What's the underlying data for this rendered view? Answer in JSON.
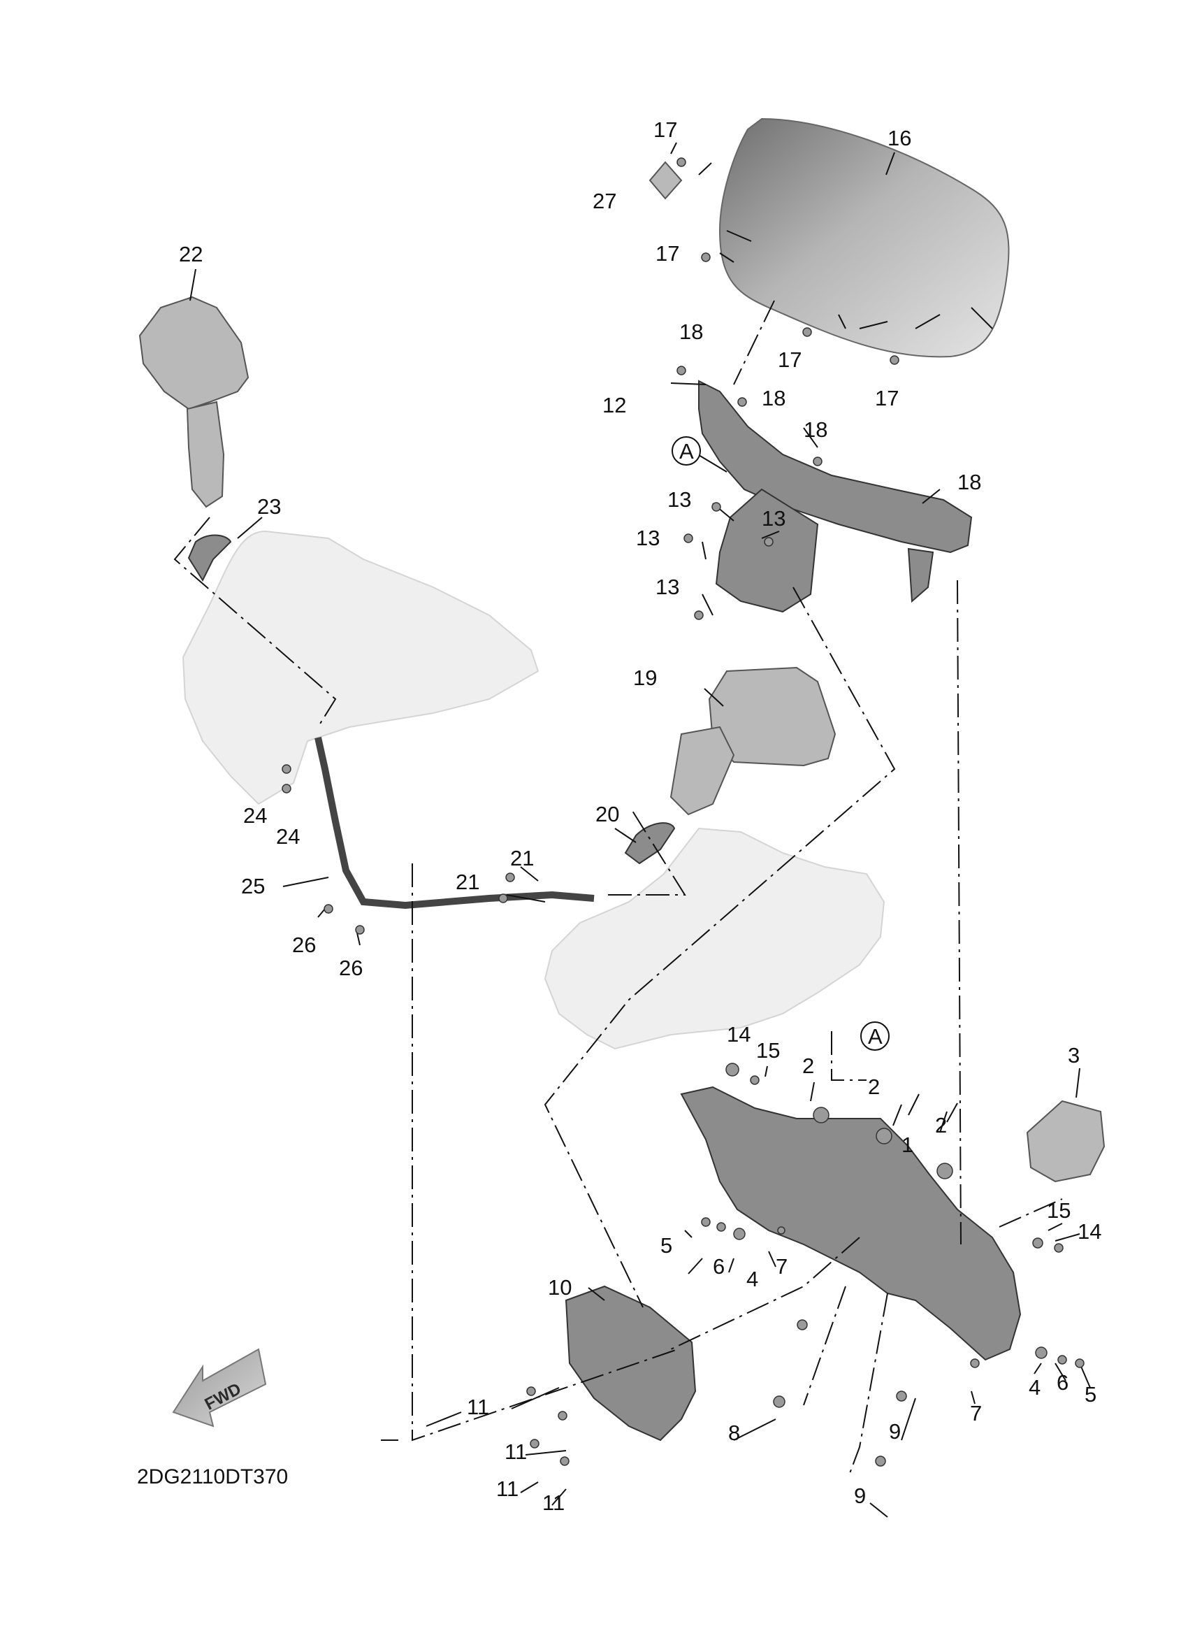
{
  "diagram": {
    "code": "2DG2110DT370",
    "fwd_label": "FWD",
    "ref_marker": "A",
    "callouts": [
      "1",
      "2",
      "3",
      "4",
      "5",
      "6",
      "7",
      "8",
      "9",
      "10",
      "11",
      "12",
      "13",
      "14",
      "15",
      "16",
      "17",
      "18",
      "19",
      "20",
      "21",
      "22",
      "23",
      "24",
      "25",
      "26",
      "27"
    ]
  },
  "colors": {
    "ink": "#111111",
    "part_gray": "#b9b9b9",
    "ghost_gray": "#efefef"
  }
}
